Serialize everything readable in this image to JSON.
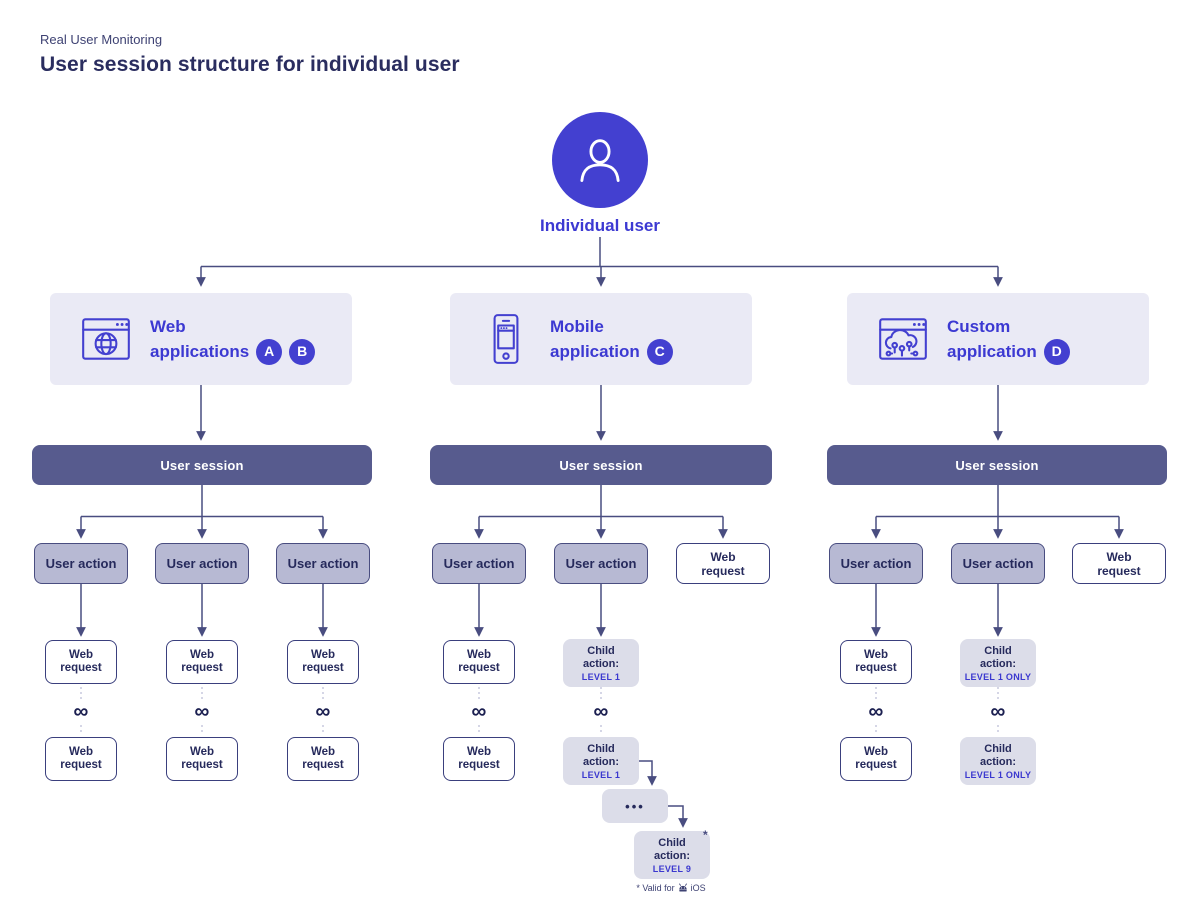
{
  "header": {
    "eyebrow": "Real User Monitoring",
    "title": "User session structure for individual user"
  },
  "user": {
    "label": "Individual user",
    "icon": "person-icon"
  },
  "apps": [
    {
      "line1": "Web",
      "line2": "applications",
      "badges": [
        "A",
        "B"
      ],
      "icon": "browser-globe-icon"
    },
    {
      "line1": "Mobile",
      "line2": "application",
      "badges": [
        "C"
      ],
      "icon": "mobile-phone-icon"
    },
    {
      "line1": "Custom",
      "line2": "application",
      "badges": [
        "D"
      ],
      "icon": "browser-cloud-circuit-icon"
    }
  ],
  "labels": {
    "user_session": "User session",
    "user_action": "User action",
    "web_request": "Web request",
    "child_action": "Child action:",
    "level_1": "LEVEL 1",
    "level_9": "LEVEL 9",
    "level_1_only": "LEVEL 1 ONLY",
    "ellipsis": "•••",
    "infinity": "∞"
  },
  "footnote": {
    "marker": "*",
    "text": "* Valid for",
    "platform": "iOS",
    "platform_icon": "android-icon"
  },
  "colors": {
    "accent_blue": "#4340d0",
    "title_navy": "#2a2d5f",
    "text_navy": "#262a5c",
    "session_bar": "#575b8e",
    "connector": "#494d80",
    "card_bg": "#eaeaf5",
    "action_fill": "#b7b9d3",
    "child_action_fill": "#dcdde9",
    "level_text": "#3b38cf",
    "dotted_connector": "#c7c9de"
  }
}
